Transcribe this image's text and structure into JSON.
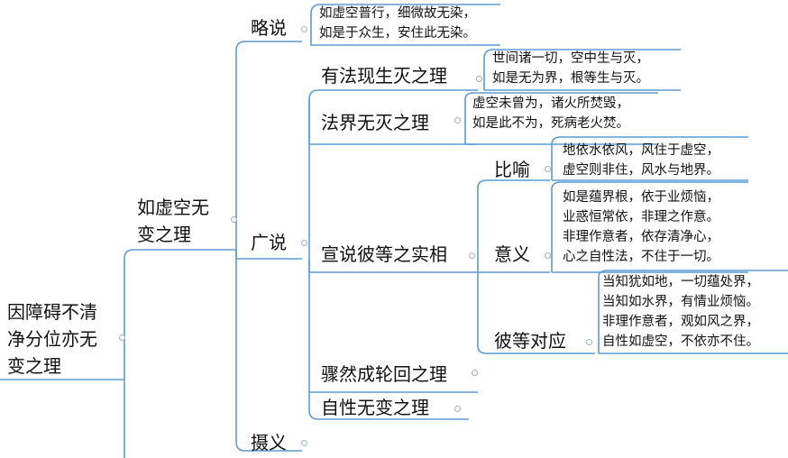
{
  "root": {
    "lines": [
      "因障碍不清",
      "净分位亦无",
      "变之理"
    ]
  },
  "level1": {
    "lines": [
      "如虚空无",
      "变之理"
    ]
  },
  "level2": {
    "brief": "略说",
    "wide": "广说",
    "summary": "摄义"
  },
  "brief_leaf": [
    "如虚空普行，细微故无染，",
    "如是于众生，安住此无染。"
  ],
  "wide_items": {
    "arising": "有法现生灭之理",
    "dharmadhatu": "法界无灭之理",
    "reality": "宣说彼等之实相",
    "samsara": "骤然成轮回之理",
    "nature": "自性无变之理"
  },
  "arising_leaf": [
    "世间诸一切，空中生与灭，",
    "如是无为界，根等生与灭。"
  ],
  "dharmadhatu_leaf": [
    "虚空未曾为，诸火所焚毁，",
    "如是此不为，死病老火焚。"
  ],
  "reality_items": {
    "metaphor": "比喻",
    "meaning": "意义",
    "correspondence": "彼等对应"
  },
  "metaphor_leaf": [
    "地依水依风，风住于虚空，",
    "虚空则非住，风水与地界。"
  ],
  "meaning_leaf": [
    "如是蕴界根，依于业烦恼，",
    "业惑恒常依，非理之作意。",
    "非理作意者，依存清净心，",
    "心之自性法，不住于一切。"
  ],
  "correspondence_leaf": [
    "当知犹如地，一切蕴处界，",
    "当知如水界，有情业烦恼。",
    "非理作意者，观如风之界，",
    "自性如虚空，不依亦不住。"
  ],
  "colors": {
    "connector": "#5b9bd5",
    "dot": "#9bb1c6",
    "text": "#111111"
  }
}
